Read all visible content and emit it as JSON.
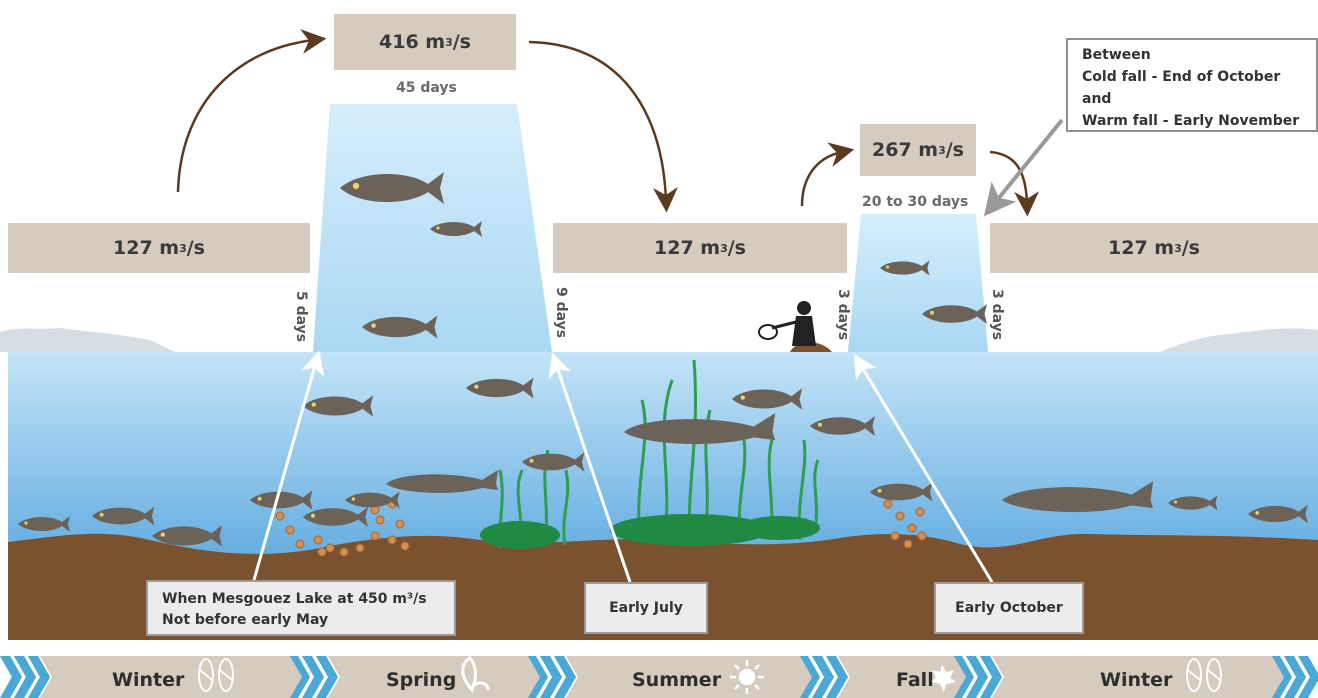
{
  "flows": {
    "winter_start": {
      "value": "127 m",
      "unit_sup": "3",
      "unit_tail": "/s"
    },
    "spring_peak": {
      "value": "416 m",
      "unit_sup": "3",
      "unit_tail": "/s"
    },
    "summer": {
      "value": "127 m",
      "unit_sup": "3",
      "unit_tail": "/s"
    },
    "fall_peak": {
      "value": "267 m",
      "unit_sup": "3",
      "unit_tail": "/s"
    },
    "winter_end": {
      "value": "127 m",
      "unit_sup": "3",
      "unit_tail": "/s"
    }
  },
  "durations": {
    "spring_peak": "45 days",
    "fall_peak": "20 to 30 days",
    "spring_ramp_up": "5 days",
    "spring_ramp_down": "9 days",
    "fall_ramp_up": "3 days",
    "fall_ramp_down": "3 days"
  },
  "fall_note": {
    "line1": "Between",
    "line2": "Cold fall - End of October",
    "line3": "and",
    "line4": "Warm fall - Early November"
  },
  "callouts": {
    "spring_line1": "When Mesgouez Lake at 450 m³/s",
    "spring_line2": "Not before early May",
    "summer": "Early July",
    "fall": "Early October"
  },
  "seasons": [
    {
      "label": "Winter",
      "icon": "snowshoes-icon"
    },
    {
      "label": "Spring",
      "icon": "fleur-de-lis-icon"
    },
    {
      "label": "Summer",
      "icon": "sun-icon"
    },
    {
      "label": "Fall",
      "icon": "maple-leaf-icon"
    },
    {
      "label": "Winter",
      "icon": "snowshoes-icon"
    }
  ],
  "colors": {
    "flow_box": "#d6cbbf",
    "water_top": "#c8e6f8",
    "water_bottom": "#6fb4e2",
    "riverbed": "#7a5230",
    "arrow_brown": "#5b3a1e",
    "fish": "#6b6259",
    "plants": "#2e9e4e",
    "eggs": "#d38f52",
    "season_band": "#d6cbbf",
    "chevrons": "#4aa7d6"
  }
}
